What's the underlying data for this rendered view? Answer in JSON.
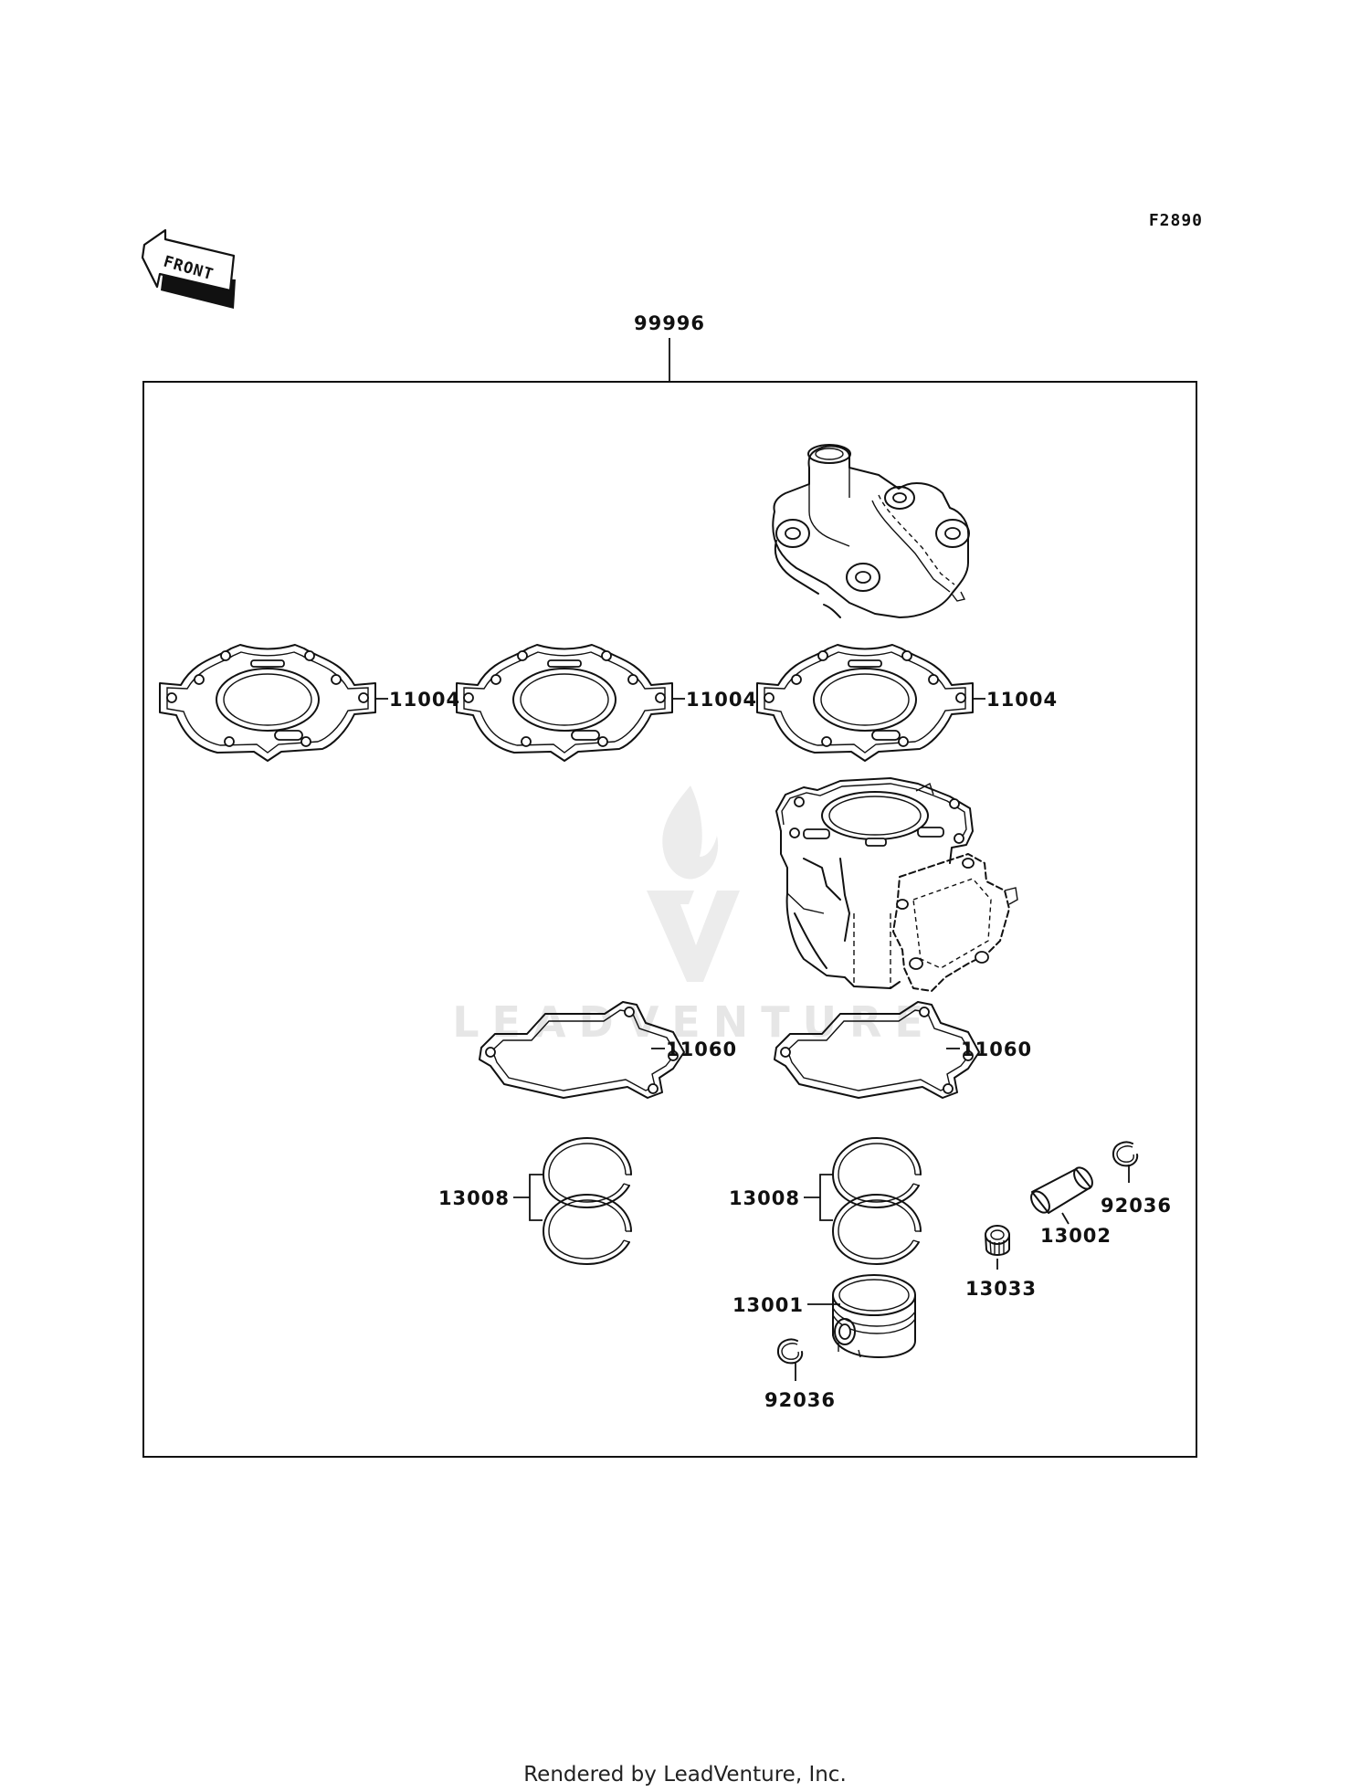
{
  "diagram_code": "F2890",
  "front_label": "FRONT",
  "kit_part": "99996",
  "watermark": "LEADVENTURE",
  "footer": "Rendered by LeadVenture, Inc.",
  "callouts": {
    "head_gasket_1": "11004",
    "head_gasket_2": "11004",
    "head_gasket_3": "11004",
    "base_gasket_1": "11060",
    "base_gasket_2": "11060",
    "ring_set_1": "13008",
    "ring_set_2": "13008",
    "piston": "13001",
    "circlip_lower": "92036",
    "circlip_upper": "92036",
    "piston_pin": "13002",
    "needle_bearing": "13033"
  }
}
